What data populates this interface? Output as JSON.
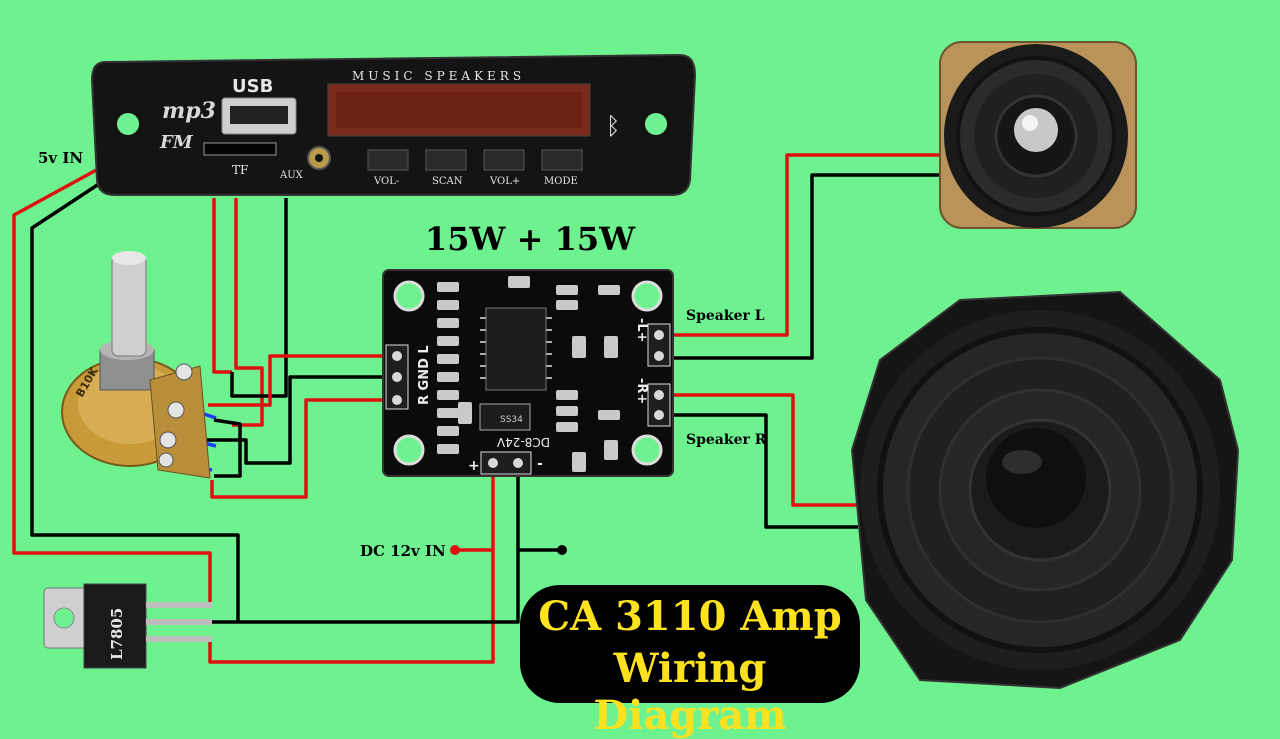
{
  "power_label": "15W + 15W",
  "mp3_module": {
    "usb": "USB",
    "brand_top": "mp3",
    "brand_bottom": "FM",
    "header": "MUSIC SPEAKERS",
    "tf": "TF",
    "aux": "AUX",
    "buttons": [
      "VOL-",
      "SCAN",
      "VOL+",
      "MODE"
    ]
  },
  "input_label": "5v IN",
  "amp_board": {
    "input_pins": "R GND L",
    "voltage": "DC8-24V",
    "chip": "SS34",
    "plus": "+",
    "minus": "-",
    "out_l": "-L+",
    "out_r": "-R+"
  },
  "speaker_l_label": "Speaker L",
  "speaker_r_label": "Speaker R",
  "dc_label": "DC 12v IN",
  "regulator_label": "L7805",
  "pot_label": "B10K",
  "title_line1": "CA 3110 Amp",
  "title_line2": "Wiring Diagram",
  "colors": {
    "background": "#6ef28f",
    "positive_wire": "#e01010",
    "negative_wire": "#000000",
    "title_text": "#ffe21f"
  }
}
